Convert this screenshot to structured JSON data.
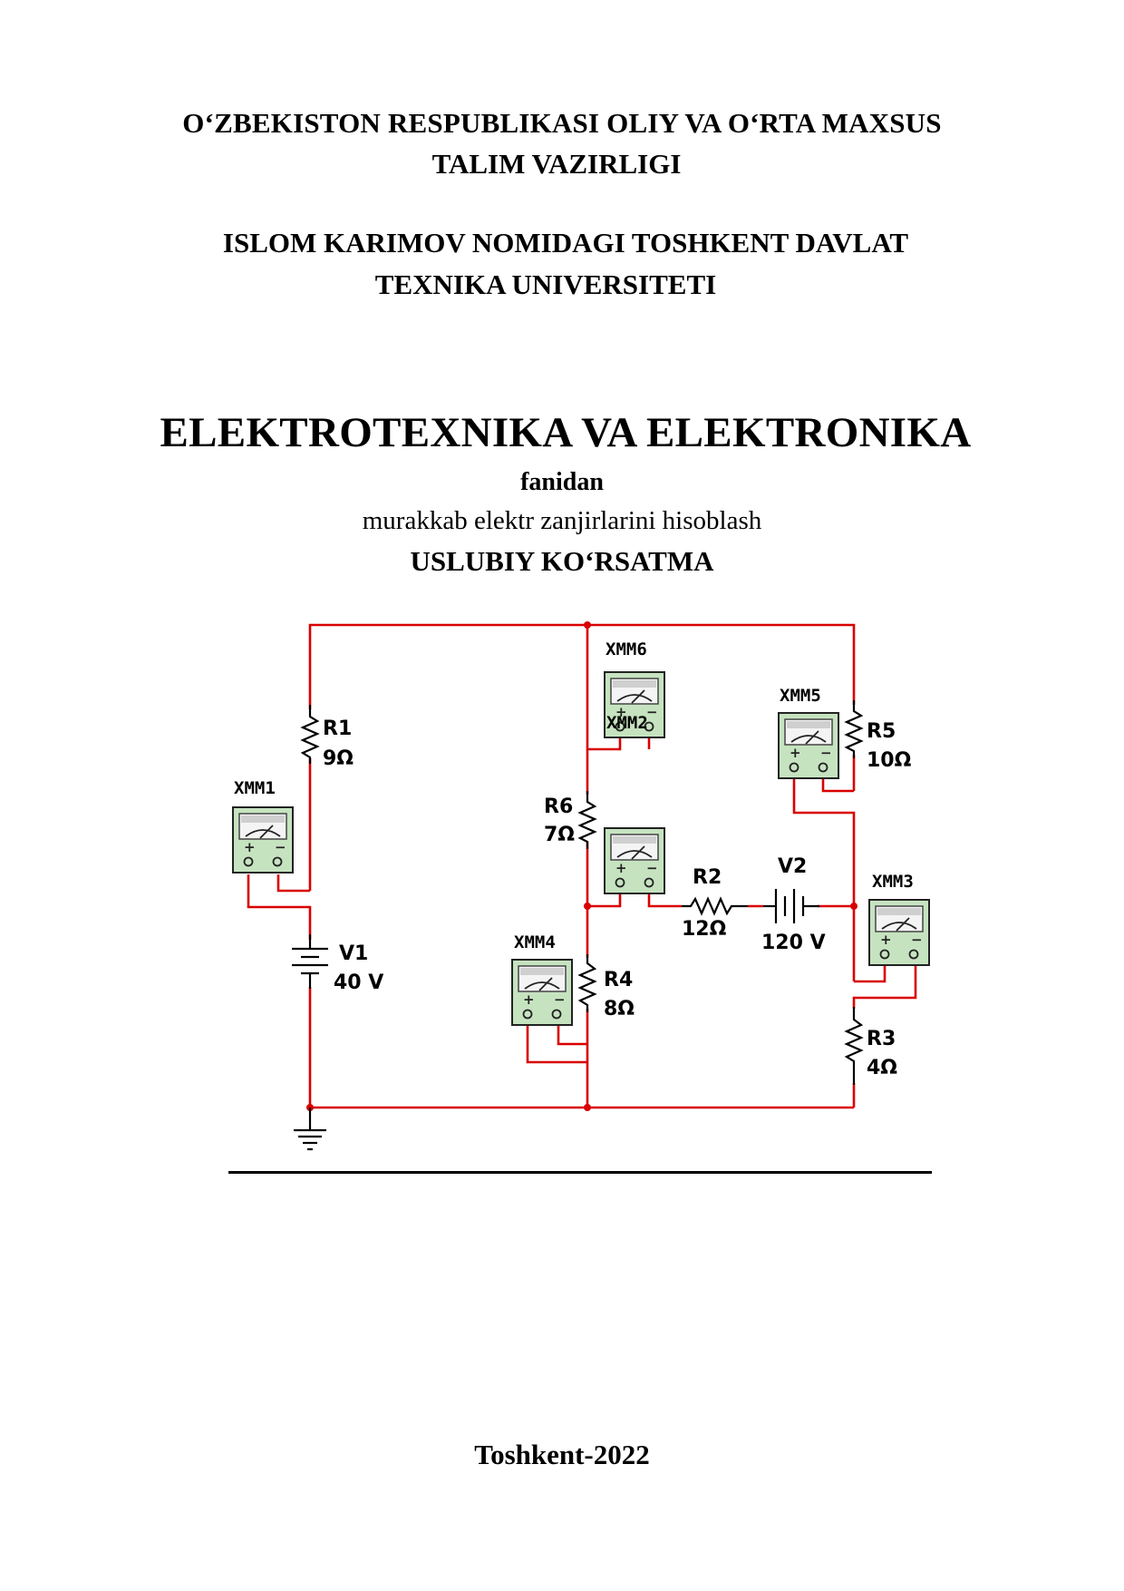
{
  "header": {
    "ministry_line1": "O‘ZBEKISTON RESPUBLIKASI OLIY VA O‘RTA MAXSUS",
    "ministry_line2": "TALIM VAZIRLIGI",
    "university_line1": "ISLOM KARIMOV NOMIDAGI TOSHKENT DAVLAT",
    "university_line2": "TEXNIKA UNIVERSITETI"
  },
  "title": {
    "main": "ELEKTROTEXNIKA VA ELEKTRONIKA",
    "subject": "fanidan",
    "topic": "murakkab elektr zanjirlarini hisoblash",
    "kind": "USLUBIY KO‘RSATMA"
  },
  "circuit": {
    "wire_color": "#d90000",
    "meter_body_color": "#c6e3c0",
    "components": [
      {
        "id": "R1",
        "value": "9Ω"
      },
      {
        "id": "R2",
        "value": "12Ω"
      },
      {
        "id": "R3",
        "value": "4Ω"
      },
      {
        "id": "R4",
        "value": "8Ω"
      },
      {
        "id": "R5",
        "value": "10Ω"
      },
      {
        "id": "R6",
        "value": "7Ω"
      },
      {
        "id": "V1",
        "value": "40 V"
      },
      {
        "id": "V2",
        "value": "120 V"
      }
    ],
    "meters": [
      "XMM1",
      "XMM2",
      "XMM3",
      "XMM4",
      "XMM5",
      "XMM6"
    ]
  },
  "footer": {
    "place_year": "Toshkent-2022"
  }
}
